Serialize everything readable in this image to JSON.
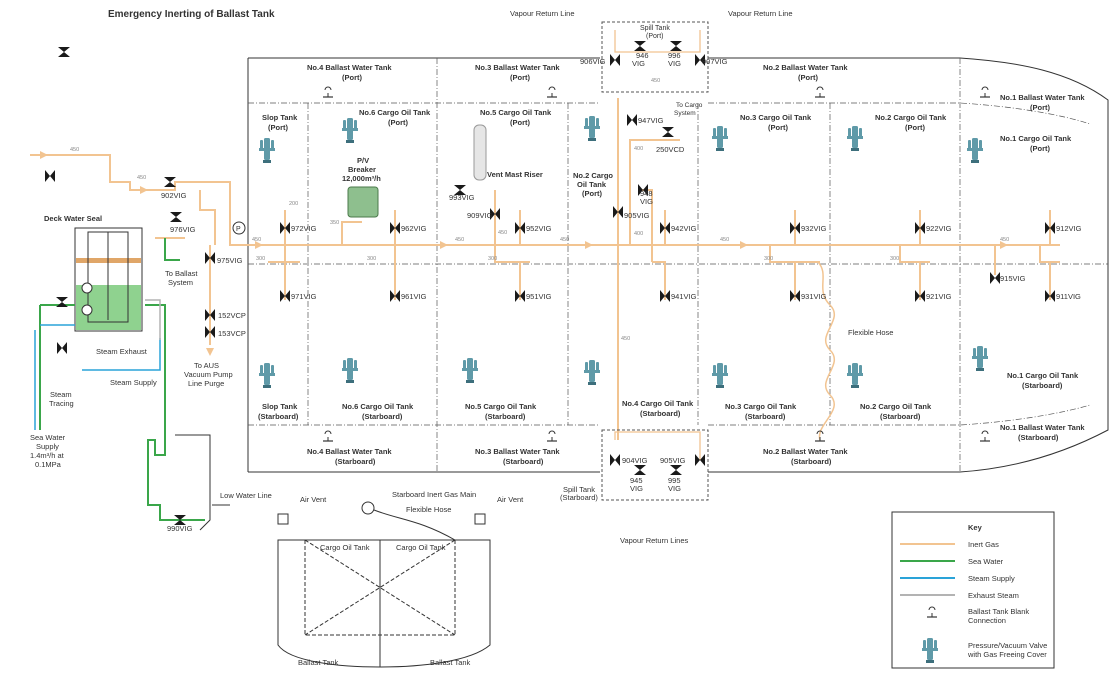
{
  "title": "Emergency Inerting of Ballast Tank",
  "colors": {
    "inert_gas": "#f2c491",
    "sea_water": "#3aa64a",
    "steam_supply": "#2aa3d8",
    "exhaust_steam": "#b3b3b3",
    "valve": "#1a1a1a",
    "pv_valve": "#5f9aa8",
    "outline": "#333333"
  },
  "vapour_return": {
    "left": "Vapour Return Line",
    "right": "Vapour Return Line",
    "bottom": "Vapour Return Lines"
  },
  "spill_port": {
    "line1": "Spill Tank",
    "line2": "(Port)"
  },
  "spill_stbd": {
    "line1": "Spill Tank",
    "line2": "(Starboard)"
  },
  "tanks_top": [
    {
      "name": "No.4 Ballast Water Tank",
      "side": "(Port)"
    },
    {
      "name": "No.3 Ballast Water Tank",
      "side": "(Port)"
    },
    {
      "name": "No.2 Ballast Water Tank",
      "side": "(Port)"
    },
    {
      "name": "No.1 Ballast Water Tank",
      "side": "(Port)"
    }
  ],
  "tanks_port_row": [
    {
      "name": "Slop Tank",
      "side": "(Port)"
    },
    {
      "name": "No.6 Cargo Oil Tank",
      "side": "(Port)"
    },
    {
      "name": "No.5 Cargo Oil Tank",
      "side": "(Port)"
    },
    {
      "name": "No.3 Cargo Oil Tank",
      "side": "(Port)"
    },
    {
      "name": "No.2 Cargo Oil Tank",
      "side": "(Port)"
    },
    {
      "name": "No.1 Cargo Oil Tank",
      "side": "(Port)"
    }
  ],
  "no2_cargo": {
    "l1": "No.2 Cargo",
    "l2": "Oil Tank",
    "l3": "(Port)"
  },
  "tanks_stbd_row": [
    {
      "name": "Slop Tank",
      "side": "(Starboard)"
    },
    {
      "name": "No.6 Cargo Oil Tank",
      "side": "(Starboard)"
    },
    {
      "name": "No.5 Cargo Oil Tank",
      "side": "(Starboard)"
    },
    {
      "name": "No.4 Cargo Oil Tank",
      "side": "(Starboard)"
    },
    {
      "name": "No.3 Cargo Oil Tank",
      "side": "(Starboard)"
    },
    {
      "name": "No.2 Cargo Oil Tank",
      "side": "(Starboard)"
    },
    {
      "name": "No.1 Cargo Oil Tank",
      "side": "(Starboard)"
    }
  ],
  "tanks_bottom": [
    {
      "name": "No.4 Ballast Water Tank",
      "side": "(Starboard)"
    },
    {
      "name": "No.3 Ballast Water Tank",
      "side": "(Starboard)"
    },
    {
      "name": "No.2 Ballast Water Tank",
      "side": "(Starboard)"
    },
    {
      "name": "No.1 Ballast Water Tank",
      "side": "(Starboard)"
    }
  ],
  "pv_breaker": {
    "l1": "P/V",
    "l2": "Breaker",
    "l3": "12,000m³/h"
  },
  "vent_mast": "Vent Mast Riser",
  "to_cargo": {
    "l1": "To Cargo",
    "l2": "System"
  },
  "flexible_hose": "Flexible Hose",
  "deck_water_seal": "Deck Water Seal",
  "to_ballast": {
    "l1": "To Ballast",
    "l2": "System"
  },
  "to_aus": {
    "l1": "To AUS",
    "l2": "Vacuum Pump",
    "l3": "Line Purge"
  },
  "steam_exhaust": "Steam Exhaust",
  "steam_supply": "Steam Supply",
  "steam_tracing": {
    "l1": "Steam",
    "l2": "Tracing"
  },
  "sea_water_supply": {
    "l1": "Sea Water",
    "l2": "Supply",
    "l3": "1.4m³/h at",
    "l4": "0.1MPa"
  },
  "low_water_line": "Low Water Line",
  "section": {
    "air_vent_l": "Air Vent",
    "air_vent_r": "Air Vent",
    "inert_main": "Starboard Inert Gas Main",
    "flexible_hose": "Flexible Hose",
    "cargo_l": "Cargo Oil Tank",
    "cargo_r": "Cargo Oil Tank",
    "ballast_l": "Ballast Tank",
    "ballast_r": "Ballast Tank"
  },
  "pressure_gauge": "P",
  "valves": {
    "v902": "902VIG",
    "v976": "976VIG",
    "v975": "975VIG",
    "v152": "152VCP",
    "v153": "153VCP",
    "v990": "990VIG",
    "v972": "972VIG",
    "v971": "971VIG",
    "v962": "962VIG",
    "v961": "961VIG",
    "v993": "993VIG",
    "v909": "909VIG",
    "v952": "952VIG",
    "v951": "951VIG",
    "v947": "947VIG",
    "v948": "948",
    "v948b": "VIG",
    "v250": "250VCD",
    "v905": "905VIG",
    "v942": "942VIG",
    "v941": "941VIG",
    "v932": "932VIG",
    "v931": "931VIG",
    "v922": "922VIG",
    "v921": "921VIG",
    "v912": "912VIG",
    "v911": "911VIG",
    "v915": "915VIG",
    "v906": "906VIG",
    "v946": "946",
    "v946b": "VIG",
    "v996": "996",
    "v996b": "VIG",
    "v907": "907VIG",
    "v904": "904VIG",
    "v945": "945",
    "v945b": "VIG",
    "v995": "995",
    "v995b": "VIG",
    "v905s": "905VIG"
  },
  "pipe_sizes": {
    "s450a": "450",
    "s450b": "450",
    "s450c": "450",
    "s450d": "450",
    "s450e": "450",
    "s450f": "450",
    "s450g": "450",
    "s450h": "450",
    "s450i": "450",
    "s450j": "450",
    "s400a": "400",
    "s400b": "400",
    "s300a": "300",
    "s300b": "300",
    "s300c": "300",
    "s300d": "300",
    "s300e": "300",
    "s350": "350",
    "s200": "200"
  },
  "key": {
    "title": "Key",
    "inert_gas": "Inert Gas",
    "sea_water": "Sea Water",
    "steam_supply": "Steam Supply",
    "exhaust_steam": "Exhaust Steam",
    "blank_l1": "Ballast Tank Blank",
    "blank_l2": "Connection",
    "pv_l1": "Pressure/Vacuum Valve",
    "pv_l2": "with Gas Freeing Cover"
  }
}
